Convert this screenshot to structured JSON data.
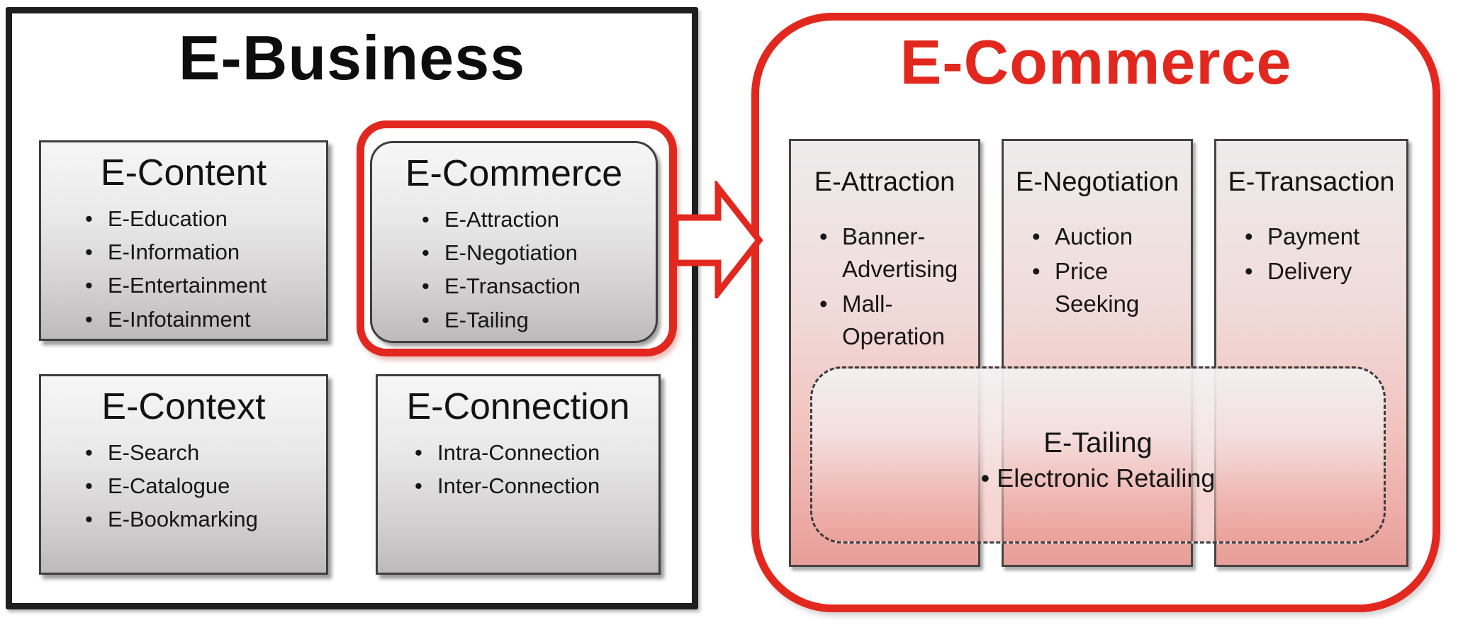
{
  "left_panel": {
    "title": "E-Business",
    "boxes": [
      {
        "title": "E-Content",
        "items": [
          "E-Education",
          "E-Information",
          "E-Entertainment",
          "E-Infotainment"
        ],
        "highlighted": false
      },
      {
        "title": "E-Commerce",
        "items": [
          "E-Attraction",
          "E-Negotiation",
          "E-Transaction",
          "E-Tailing"
        ],
        "highlighted": true
      },
      {
        "title": "E-Context",
        "items": [
          "E-Search",
          "E-Catalogue",
          "E-Bookmarking"
        ],
        "highlighted": false
      },
      {
        "title": "E-Connection",
        "items": [
          "Intra-Connection",
          "Inter-Connection"
        ],
        "highlighted": false
      }
    ]
  },
  "arrow": {
    "direction": "right",
    "meaning": "e-commerce expands into detail panel"
  },
  "right_panel": {
    "title": "E-Commerce",
    "columns": [
      {
        "title": "E-Attraction",
        "items": [
          "Banner-Advertising",
          "Mall-Operation"
        ]
      },
      {
        "title": "E-Negotiation",
        "items": [
          "Auction",
          "Price Seeking"
        ]
      },
      {
        "title": "E-Transaction",
        "items": [
          "Payment",
          "Delivery"
        ]
      }
    ],
    "etailing": {
      "title": "E-Tailing",
      "items": [
        "Electronic Retailing"
      ]
    }
  },
  "colors": {
    "accent_red": "#e2281e",
    "panel_border_black": "#1e1e1e",
    "box_border_gray": "#3e3e3e",
    "text": "#151515"
  }
}
